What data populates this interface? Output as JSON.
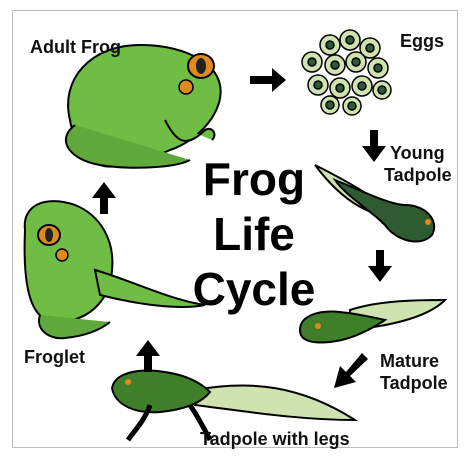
{
  "diagram": {
    "title_lines": [
      "Frog",
      "Life",
      "Cycle"
    ],
    "stages": {
      "adult_frog": "Adult Frog",
      "eggs": "Eggs",
      "young_tadpole_1": "Young",
      "young_tadpole_2": "Tadpole",
      "mature_tadpole_1": "Mature",
      "mature_tadpole_2": "Tadpole",
      "tadpole_with_legs": "Tadpole with legs",
      "froglet": "Froglet"
    },
    "colors": {
      "frog_green": "#6fbd45",
      "dark_green": "#3f7f2a",
      "tadpole_dark": "#2f5b33",
      "tail_pale": "#cfe3b0",
      "eye_orange": "#e08a1e"
    }
  }
}
